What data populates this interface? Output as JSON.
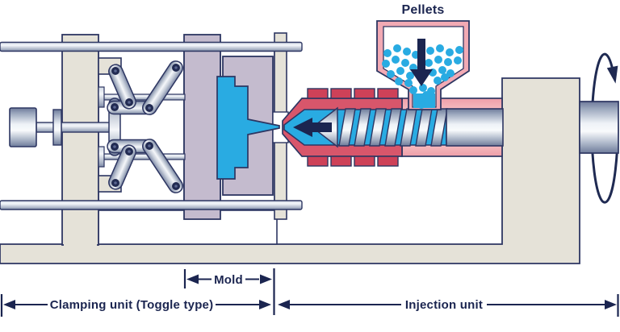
{
  "diagram": {
    "title_context": "Injection molding machine cross-section",
    "labels": {
      "pellets": "Pellets",
      "mold": "Mold",
      "clamping_unit": "Clamping unit (Toggle type)",
      "injection_unit": "Injection unit"
    },
    "palette": {
      "outline_navy": "#2d3662",
      "text_navy": "#1b2550",
      "arrow_navy": "#1b2550",
      "pellet_blue": "#29abe2",
      "melt_blue": "#29abe2",
      "barrel_red": "#d8566b",
      "heater_band_red": "#ce4158",
      "hopper_pink": "#f2aab4",
      "barrel_pink": "#f0a6ae",
      "platen_lavender": "#c4bbce",
      "frame_beige": "#e5e2d8",
      "metal_light": "#eef2f7",
      "metal_dark": "#6e7b9a",
      "background": "#ffffff"
    }
  }
}
